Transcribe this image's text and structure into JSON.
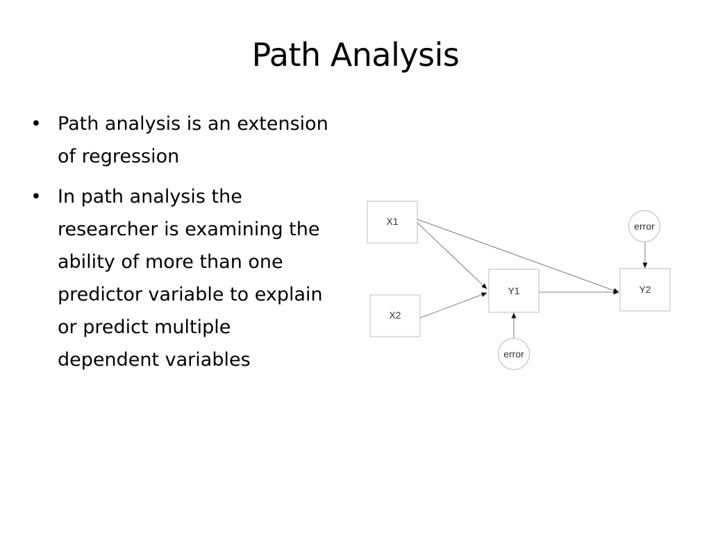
{
  "slide": {
    "title": "Path Analysis"
  },
  "bullets": [
    {
      "marker": "•",
      "text": "Path analysis is an extension of regression"
    },
    {
      "marker": "•",
      "text": "In path analysis the researcher is examining the ability of more than one predictor variable to explain or predict multiple dependent variables"
    }
  ],
  "diagram": {
    "nodes": {
      "x1": "X1",
      "x2": "X2",
      "y1": "Y1",
      "y2": "Y2",
      "error_y2": "error",
      "error_y1": "error"
    },
    "edges": [
      {
        "from": "X1",
        "to": "Y1"
      },
      {
        "from": "X1",
        "to": "Y2"
      },
      {
        "from": "X2",
        "to": "Y1"
      },
      {
        "from": "Y1",
        "to": "Y2"
      },
      {
        "from": "error",
        "to": "Y2"
      },
      {
        "from": "error",
        "to": "Y1"
      }
    ],
    "colors": {
      "line": "#555555",
      "box_stroke": "#bbbbbb",
      "text": "#333333"
    }
  }
}
